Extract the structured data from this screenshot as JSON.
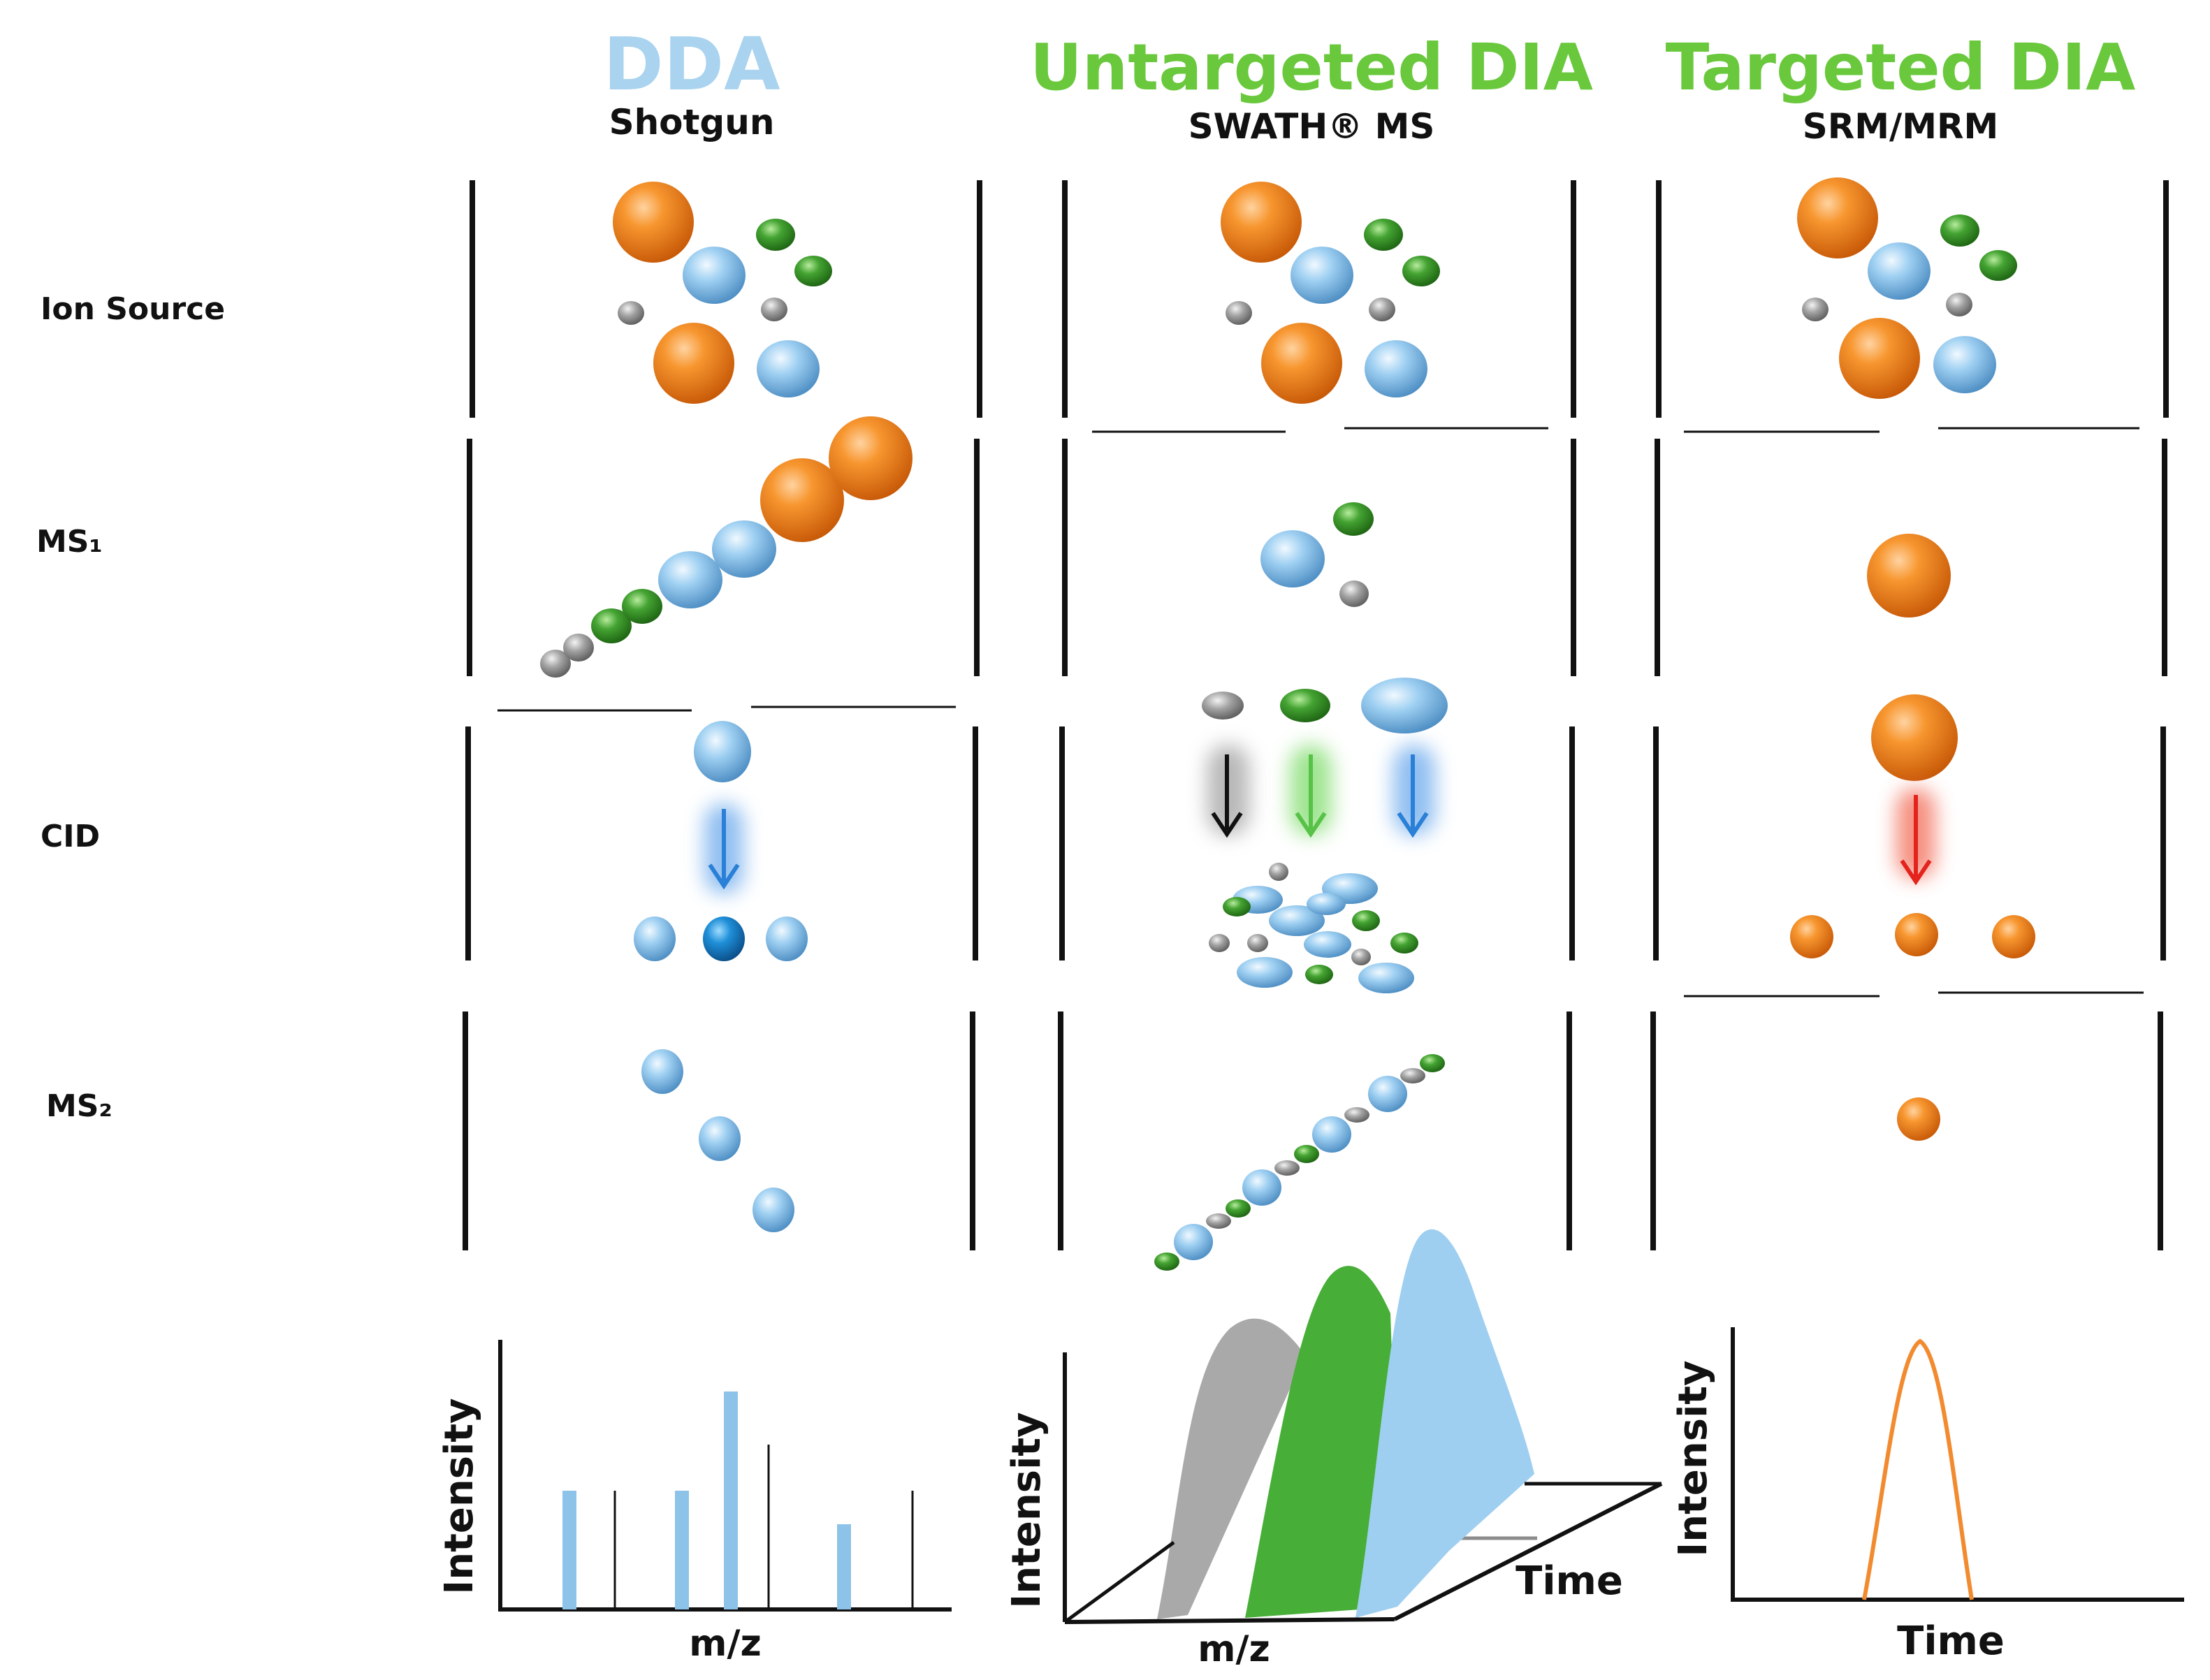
{
  "columns": [
    {
      "title": "DDA",
      "subtitle": "Shotgun",
      "color": "#a9d3ef"
    },
    {
      "title": "Untargeted DIA",
      "subtitle": "SWATH® MS",
      "color": "#69c83c"
    },
    {
      "title": "Targeted DIA",
      "subtitle": "SRM/MRM",
      "color": "#69c83c"
    }
  ],
  "rows": [
    {
      "label": "Ion Source"
    },
    {
      "label": "MS₁"
    },
    {
      "label": "CID"
    },
    {
      "label": "MS₂"
    }
  ],
  "plots": {
    "dda": {
      "ylabel": "Intensity",
      "xlabel": "m/z"
    },
    "swath": {
      "ylabel": "Intensity",
      "xlabel": "m/z",
      "zlabel": "Time"
    },
    "srm": {
      "ylabel": "Intensity",
      "xlabel": "Time"
    }
  },
  "colors": {
    "orange": "#f07d1c",
    "light_blue": "#8cc6ea",
    "deep_blue": "#1f78c2",
    "green": "#3a9e2c",
    "gray": "#9a9a9a",
    "swath_gray": "#a9a9a9",
    "swath_green": "#47ae37",
    "swath_blue": "#9fcff0",
    "bar_blue": "#8dc3e8",
    "black_arrow": "#111111",
    "green_arrow": "#58c248",
    "blue_arrow": "#2a7fd6",
    "red_arrow": "#e3231c"
  }
}
